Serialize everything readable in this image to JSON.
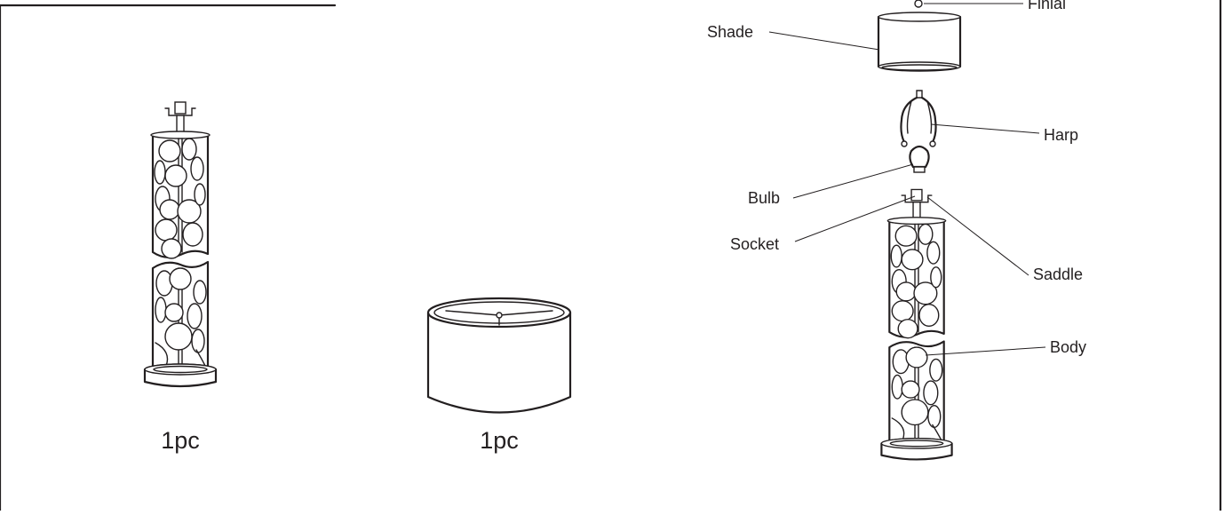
{
  "parts": [
    {
      "id": "lamp-body",
      "quantity": "1pc"
    },
    {
      "id": "lamp-shade",
      "quantity": "1pc"
    }
  ],
  "assembly_labels": {
    "finial": "Finial",
    "shade": "Shade",
    "harp": "Harp",
    "bulb": "Bulb",
    "socket": "Socket",
    "saddle": "Saddle",
    "body": "Body"
  },
  "colors": {
    "line": "#231f20",
    "background": "#ffffff"
  }
}
